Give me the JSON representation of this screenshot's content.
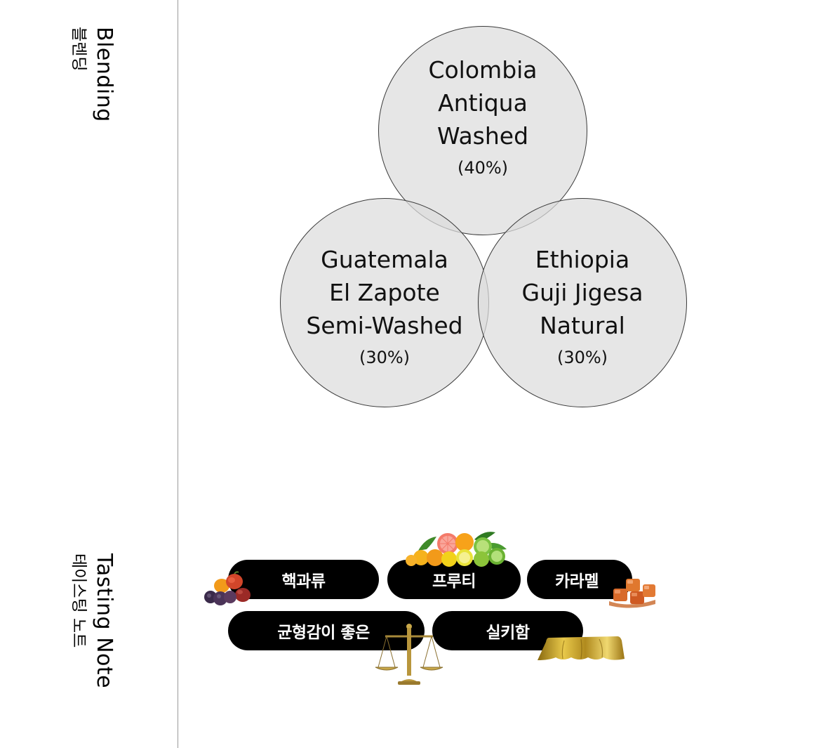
{
  "sections": {
    "blending": {
      "title_en": "Blending",
      "title_ko": "블렌딩"
    },
    "tasting": {
      "title_en": "Tasting Note",
      "title_ko": "테이스팅 노트"
    }
  },
  "blend": [
    {
      "name": "Colombia\nAntiqua\nWashed",
      "percent": "(40%)"
    },
    {
      "name": "Guatemala\nEl Zapote\nSemi-Washed",
      "percent": "(30%)"
    },
    {
      "name": "Ethiopia\nGuji Jigesa\nNatural",
      "percent": "(30%)"
    }
  ],
  "tasting_notes": [
    {
      "label": "핵과류",
      "icon": "stone-fruit-icon"
    },
    {
      "label": "프루티",
      "icon": "citrus-fruit-icon"
    },
    {
      "label": "카라멜",
      "icon": "caramel-icon"
    },
    {
      "label": "균형감이 좋은",
      "icon": "balance-scale-icon"
    },
    {
      "label": "실키함",
      "icon": "silk-cloth-icon"
    }
  ],
  "colors": {
    "pill_bg": "#000000",
    "pill_text": "#ffffff",
    "circle_fill": "#dcdcdc",
    "circle_stroke": "#3a3a3a",
    "divider": "#9a9a9a"
  }
}
